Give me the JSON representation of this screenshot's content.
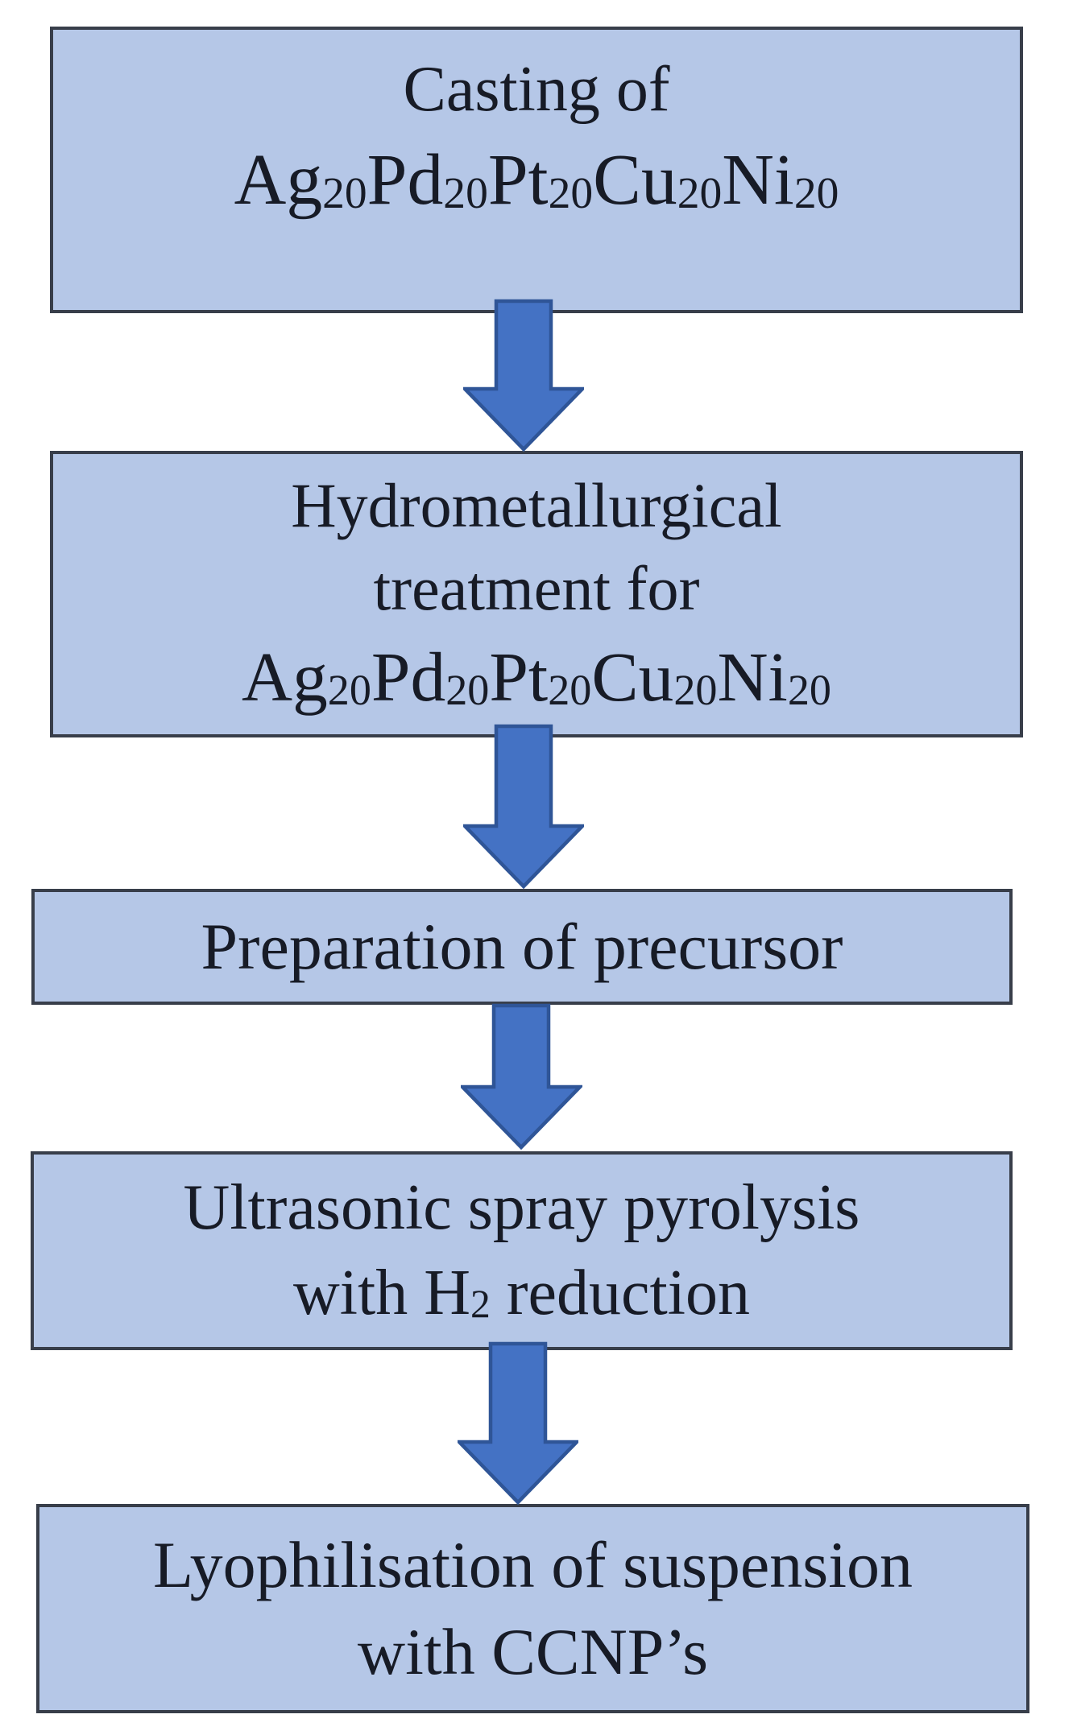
{
  "colors": {
    "background": "#ffffff",
    "box_fill": "#b5c7e7",
    "box_border": "#383e4a",
    "arrow_fill": "#4472c4",
    "arrow_border": "#2f5597",
    "text": "#171b26"
  },
  "connector_icon": "block-down-arrow",
  "steps": [
    {
      "name": "casting",
      "lines": [
        {
          "segments": [
            {
              "text": "Casting of"
            }
          ]
        },
        {
          "emphasis": "large",
          "segments": [
            {
              "text": "Ag"
            },
            {
              "text": "20",
              "sub": true
            },
            {
              "text": "Pd"
            },
            {
              "text": "20",
              "sub": true
            },
            {
              "text": "Pt"
            },
            {
              "text": "20",
              "sub": true
            },
            {
              "text": "Cu"
            },
            {
              "text": "20",
              "sub": true
            },
            {
              "text": "Ni"
            },
            {
              "text": "20",
              "sub": true
            }
          ]
        }
      ]
    },
    {
      "name": "hydrometallurgical-treatment",
      "lines": [
        {
          "segments": [
            {
              "text": "Hydrometallurgical"
            }
          ]
        },
        {
          "segments": [
            {
              "text": "treatment for"
            }
          ]
        },
        {
          "emphasis": "large",
          "segments": [
            {
              "text": "Ag"
            },
            {
              "text": "20",
              "sub": true
            },
            {
              "text": "Pd"
            },
            {
              "text": "20",
              "sub": true
            },
            {
              "text": "Pt"
            },
            {
              "text": "20",
              "sub": true
            },
            {
              "text": "Cu"
            },
            {
              "text": "20",
              "sub": true
            },
            {
              "text": "Ni"
            },
            {
              "text": "20",
              "sub": true
            }
          ]
        }
      ]
    },
    {
      "name": "precursor-preparation",
      "lines": [
        {
          "segments": [
            {
              "text": "Preparation of precursor"
            }
          ]
        }
      ]
    },
    {
      "name": "ultrasonic-spray-pyrolysis",
      "lines": [
        {
          "segments": [
            {
              "text": "Ultrasonic spray pyrolysis"
            }
          ]
        },
        {
          "segments": [
            {
              "text": "with H"
            },
            {
              "text": "2",
              "sub": true
            },
            {
              "text": " reduction"
            }
          ]
        }
      ]
    },
    {
      "name": "lyophilisation",
      "lines": [
        {
          "segments": [
            {
              "text": "Lyophilisation of suspension"
            }
          ]
        },
        {
          "segments": [
            {
              "text": "with CCNP’s"
            }
          ]
        }
      ]
    }
  ]
}
